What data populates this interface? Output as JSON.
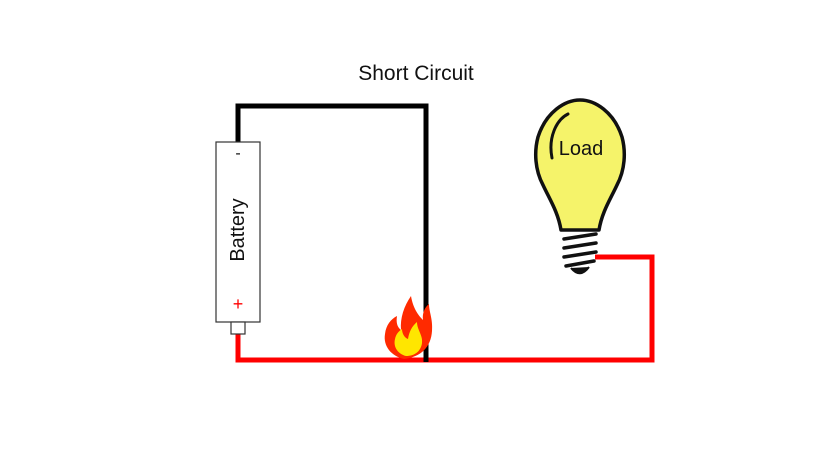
{
  "diagram": {
    "title": "Short Circuit",
    "battery": {
      "label": "Battery",
      "negative_symbol": "-",
      "positive_symbol": "+"
    },
    "load": {
      "label": "Load"
    },
    "icons": [
      "battery-icon",
      "lightbulb-icon",
      "fire-icon"
    ],
    "colors": {
      "negative_wire": "#000000",
      "positive_wire": "#ff0000",
      "bulb_glass": "#f5f36a",
      "flame_outer": "#ff2a00",
      "flame_inner": "#ffe600",
      "positive_symbol": "#ff0000"
    }
  }
}
